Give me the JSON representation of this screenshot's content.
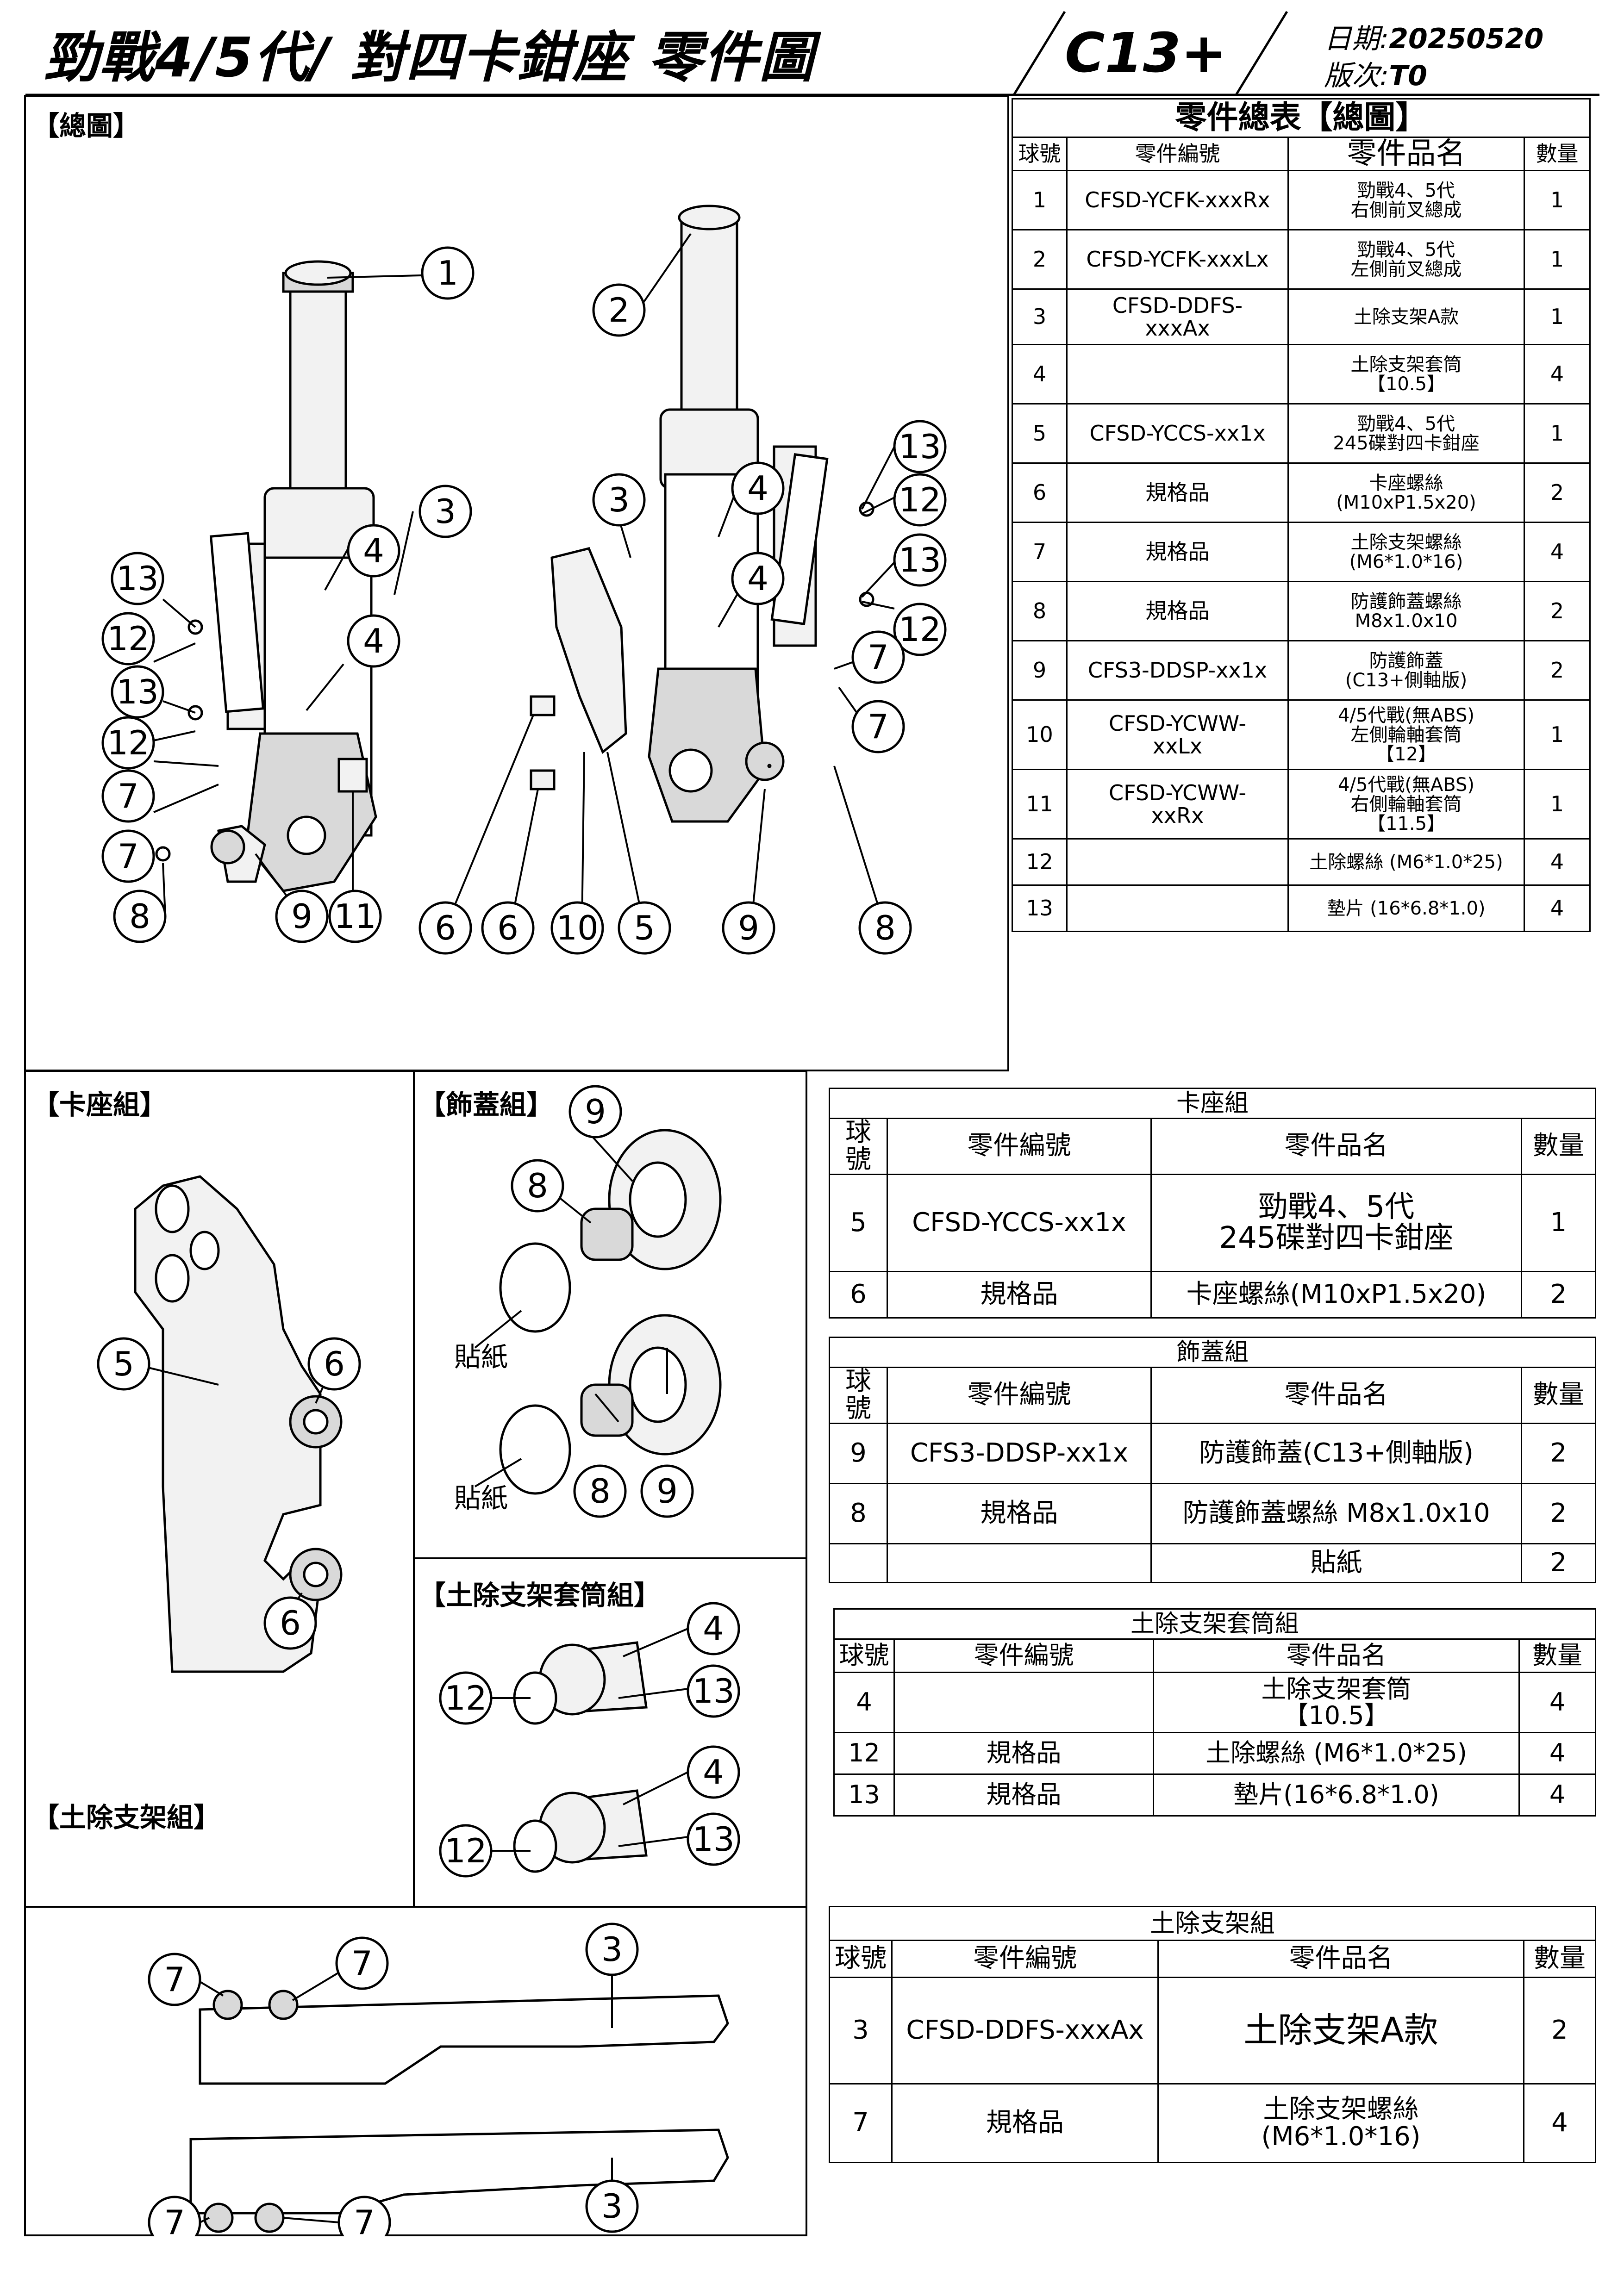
{
  "header": {
    "title": "勁戰4/5代/ 對四卡鉗座  零件圖",
    "model": "C13+",
    "date_label": "日期:",
    "date_value": "20250520",
    "version_label": "版次:",
    "version_value": "T0"
  },
  "sections": {
    "overview": "【總圖】",
    "caliper": "【卡座組】",
    "cover": "【飾蓋組】",
    "sleeve": "【土除支架套筒組】",
    "bracket": "【土除支架組】"
  },
  "stickers": [
    "貼紙",
    "貼紙"
  ],
  "overview_bubbles": [
    "1",
    "2",
    "3",
    "3",
    "4",
    "4",
    "4",
    "4",
    "13",
    "12",
    "13",
    "12",
    "7",
    "7",
    "8",
    "9",
    "11",
    "6",
    "6",
    "10",
    "5",
    "9",
    "8",
    "13",
    "12",
    "13",
    "12",
    "7",
    "7"
  ],
  "cover_bubbles": [
    "9",
    "8",
    "8",
    "9"
  ],
  "caliper_bubbles": [
    "5",
    "6",
    "6"
  ],
  "sleeve_bubbles": [
    "4",
    "13",
    "12",
    "4",
    "13",
    "12"
  ],
  "bracket_bubbles": [
    "7",
    "7",
    "3",
    "7",
    "7",
    "3"
  ],
  "main_table": {
    "caption": "零件總表【總圖】",
    "headers": [
      "球號",
      "零件編號",
      "零件品名",
      "數量"
    ],
    "rows": [
      [
        "1",
        "CFSD-YCFK-xxxRx",
        "勁戰4、5代\n右側前叉總成",
        "1"
      ],
      [
        "2",
        "CFSD-YCFK-xxxLx",
        "勁戰4、5代\n左側前叉總成",
        "1"
      ],
      [
        "3",
        "CFSD-DDFS-\nxxxAx",
        "土除支架A款",
        "1"
      ],
      [
        "4",
        "",
        "土除支架套筒\n【10.5】",
        "4"
      ],
      [
        "5",
        "CFSD-YCCS-xx1x",
        "勁戰4、5代\n245碟對四卡鉗座",
        "1"
      ],
      [
        "6",
        "規格品",
        "卡座螺絲\n(M10xP1.5x20)",
        "2"
      ],
      [
        "7",
        "規格品",
        "土除支架螺絲\n(M6*1.0*16)",
        "4"
      ],
      [
        "8",
        "規格品",
        "防護飾蓋螺絲\nM8x1.0x10",
        "2"
      ],
      [
        "9",
        "CFS3-DDSP-xx1x",
        "防護飾蓋\n(C13+側軸版)",
        "2"
      ],
      [
        "10",
        "CFSD-YCWW-\nxxLx",
        "4/5代戰(無ABS)\n左側輪軸套筒\n【12】",
        "1"
      ],
      [
        "11",
        "CFSD-YCWW-\nxxRx",
        "4/5代戰(無ABS)\n右側輪軸套筒\n【11.5】",
        "1"
      ],
      [
        "12",
        "",
        "土除螺絲 (M6*1.0*25)",
        "4"
      ],
      [
        "13",
        "",
        "墊片 (16*6.8*1.0)",
        "4"
      ]
    ]
  },
  "caliper_table": {
    "caption": "卡座組",
    "headers": [
      "球號",
      "零件編號",
      "零件品名",
      "數量"
    ],
    "rows": [
      [
        "5",
        "CFSD-YCCS-xx1x",
        "勁戰4、5代\n245碟對四卡鉗座",
        "1"
      ],
      [
        "6",
        "規格品",
        "卡座螺絲(M10xP1.5x20)",
        "2"
      ]
    ]
  },
  "cover_table": {
    "caption": "飾蓋組",
    "headers": [
      "球號",
      "零件編號",
      "零件品名",
      "數量"
    ],
    "rows": [
      [
        "9",
        "CFS3-DDSP-xx1x",
        "防護飾蓋(C13+側軸版)",
        "2"
      ],
      [
        "8",
        "規格品",
        "防護飾蓋螺絲 M8x1.0x10",
        "2"
      ],
      [
        "",
        "",
        "貼紙",
        "2"
      ]
    ]
  },
  "sleeve_table": {
    "caption": "土除支架套筒組",
    "headers": [
      "球號",
      "零件編號",
      "零件品名",
      "數量"
    ],
    "rows": [
      [
        "4",
        "",
        "土除支架套筒\n【10.5】",
        "4"
      ],
      [
        "12",
        "規格品",
        "土除螺絲 (M6*1.0*25)",
        "4"
      ],
      [
        "13",
        "規格品",
        "墊片(16*6.8*1.0)",
        "4"
      ]
    ]
  },
  "bracket_table": {
    "caption": "土除支架組",
    "headers": [
      "球號",
      "零件編號",
      "零件品名",
      "數量"
    ],
    "rows": [
      [
        "3",
        "CFSD-DDFS-xxxAx",
        "土除支架A款",
        "2"
      ],
      [
        "7",
        "規格品",
        "土除支架螺絲\n(M6*1.0*16)",
        "4"
      ]
    ]
  }
}
